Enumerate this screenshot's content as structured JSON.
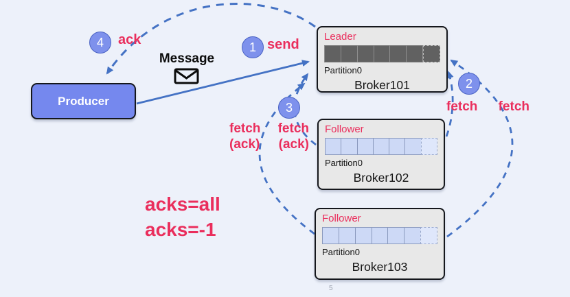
{
  "colors": {
    "background": "#edf1fa",
    "accent_blue": "#4472c4",
    "circle_fill": "#7e91ec",
    "producer_fill": "#7588ee",
    "crimson": "#ea2e5c",
    "box_gray": "#e8e8e8",
    "leader_cell": "#616161",
    "follower_cell": "#cdd9f6"
  },
  "producer": {
    "label": "Producer"
  },
  "message": {
    "label": "Message"
  },
  "steps": [
    {
      "num": "1",
      "label": "send"
    },
    {
      "num": "2",
      "labels": [
        "fetch",
        "fetch"
      ]
    },
    {
      "num": "3",
      "labels": [
        "fetch",
        "fetch"
      ],
      "sub_labels": [
        "(ack)",
        "(ack)"
      ]
    },
    {
      "num": "4",
      "label": "ack"
    }
  ],
  "brokers": [
    {
      "role": "Leader",
      "partition": "Partition0",
      "name": "Broker101",
      "cells_filled": 6,
      "cells_dashed": 1
    },
    {
      "role": "Follower",
      "partition": "Partition0",
      "name": "Broker102",
      "cells_filled": 6,
      "cells_dashed": 1
    },
    {
      "role": "Follower",
      "partition": "Partition0",
      "name": "Broker103",
      "cells_filled": 6,
      "cells_dashed": 1
    }
  ],
  "annotations": {
    "acks_line1": "acks=all",
    "acks_line2": "acks=-1"
  },
  "page_number": "5"
}
